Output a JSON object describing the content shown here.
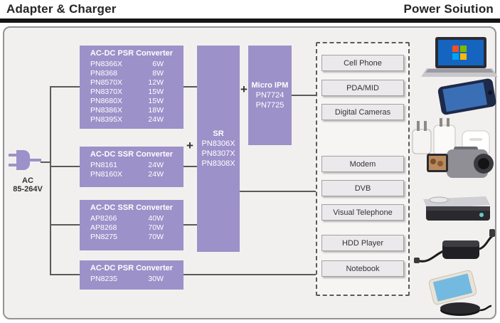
{
  "header": {
    "left_title": "Adapter & Charger",
    "right_title": "Power Soiution"
  },
  "ac_input": {
    "line1": "AC",
    "line2": "85-264V"
  },
  "plus_sign": "+",
  "converters": [
    {
      "title": "AC-DC PSR Converter",
      "rows": [
        {
          "part": "PN8366X",
          "watt": "6W"
        },
        {
          "part": "PN8368",
          "watt": "8W"
        },
        {
          "part": "PN8570X",
          "watt": "12W"
        },
        {
          "part": "PN8370X",
          "watt": "15W"
        },
        {
          "part": "PN8680X",
          "watt": "15W"
        },
        {
          "part": "PN8386X",
          "watt": "18W"
        },
        {
          "part": "PN8395X",
          "watt": "24W"
        }
      ]
    },
    {
      "title": "AC-DC SSR Converter",
      "rows": [
        {
          "part": "PN8161",
          "watt": "24W"
        },
        {
          "part": "PN8160X",
          "watt": "24W"
        }
      ]
    },
    {
      "title": "AC-DC SSR Converter",
      "rows": [
        {
          "part": "AP8266",
          "watt": "40W"
        },
        {
          "part": "AP8268",
          "watt": "70W"
        },
        {
          "part": "PN8275",
          "watt": "70W"
        }
      ]
    },
    {
      "title": "AC-DC PSR Converter",
      "rows": [
        {
          "part": "PN8235",
          "watt": "30W"
        }
      ]
    }
  ],
  "sr_block": {
    "title": "SR",
    "parts": [
      "PN8306X",
      "PN8307X",
      "PN8308X"
    ]
  },
  "micro_ipm_block": {
    "title": "Micro IPM",
    "parts": [
      "PN7724",
      "PN7725"
    ]
  },
  "applications": [
    "Cell Phone",
    "PDA/MID",
    "Digital Cameras",
    "Modem",
    "DVB",
    "Visual Telephone",
    "HDD Player",
    "Notebook"
  ],
  "device_images": [
    "laptop",
    "smartphone",
    "wall-chargers",
    "camcorder",
    "set-top-box",
    "power-adapter",
    "wireless-charger-phone"
  ],
  "colors": {
    "purple": "#9d91c9",
    "panel_bg": "#f2f0ee",
    "header_bar": "#141414",
    "label_bg": "#ebe9ec",
    "line": "#5a5a5a"
  }
}
